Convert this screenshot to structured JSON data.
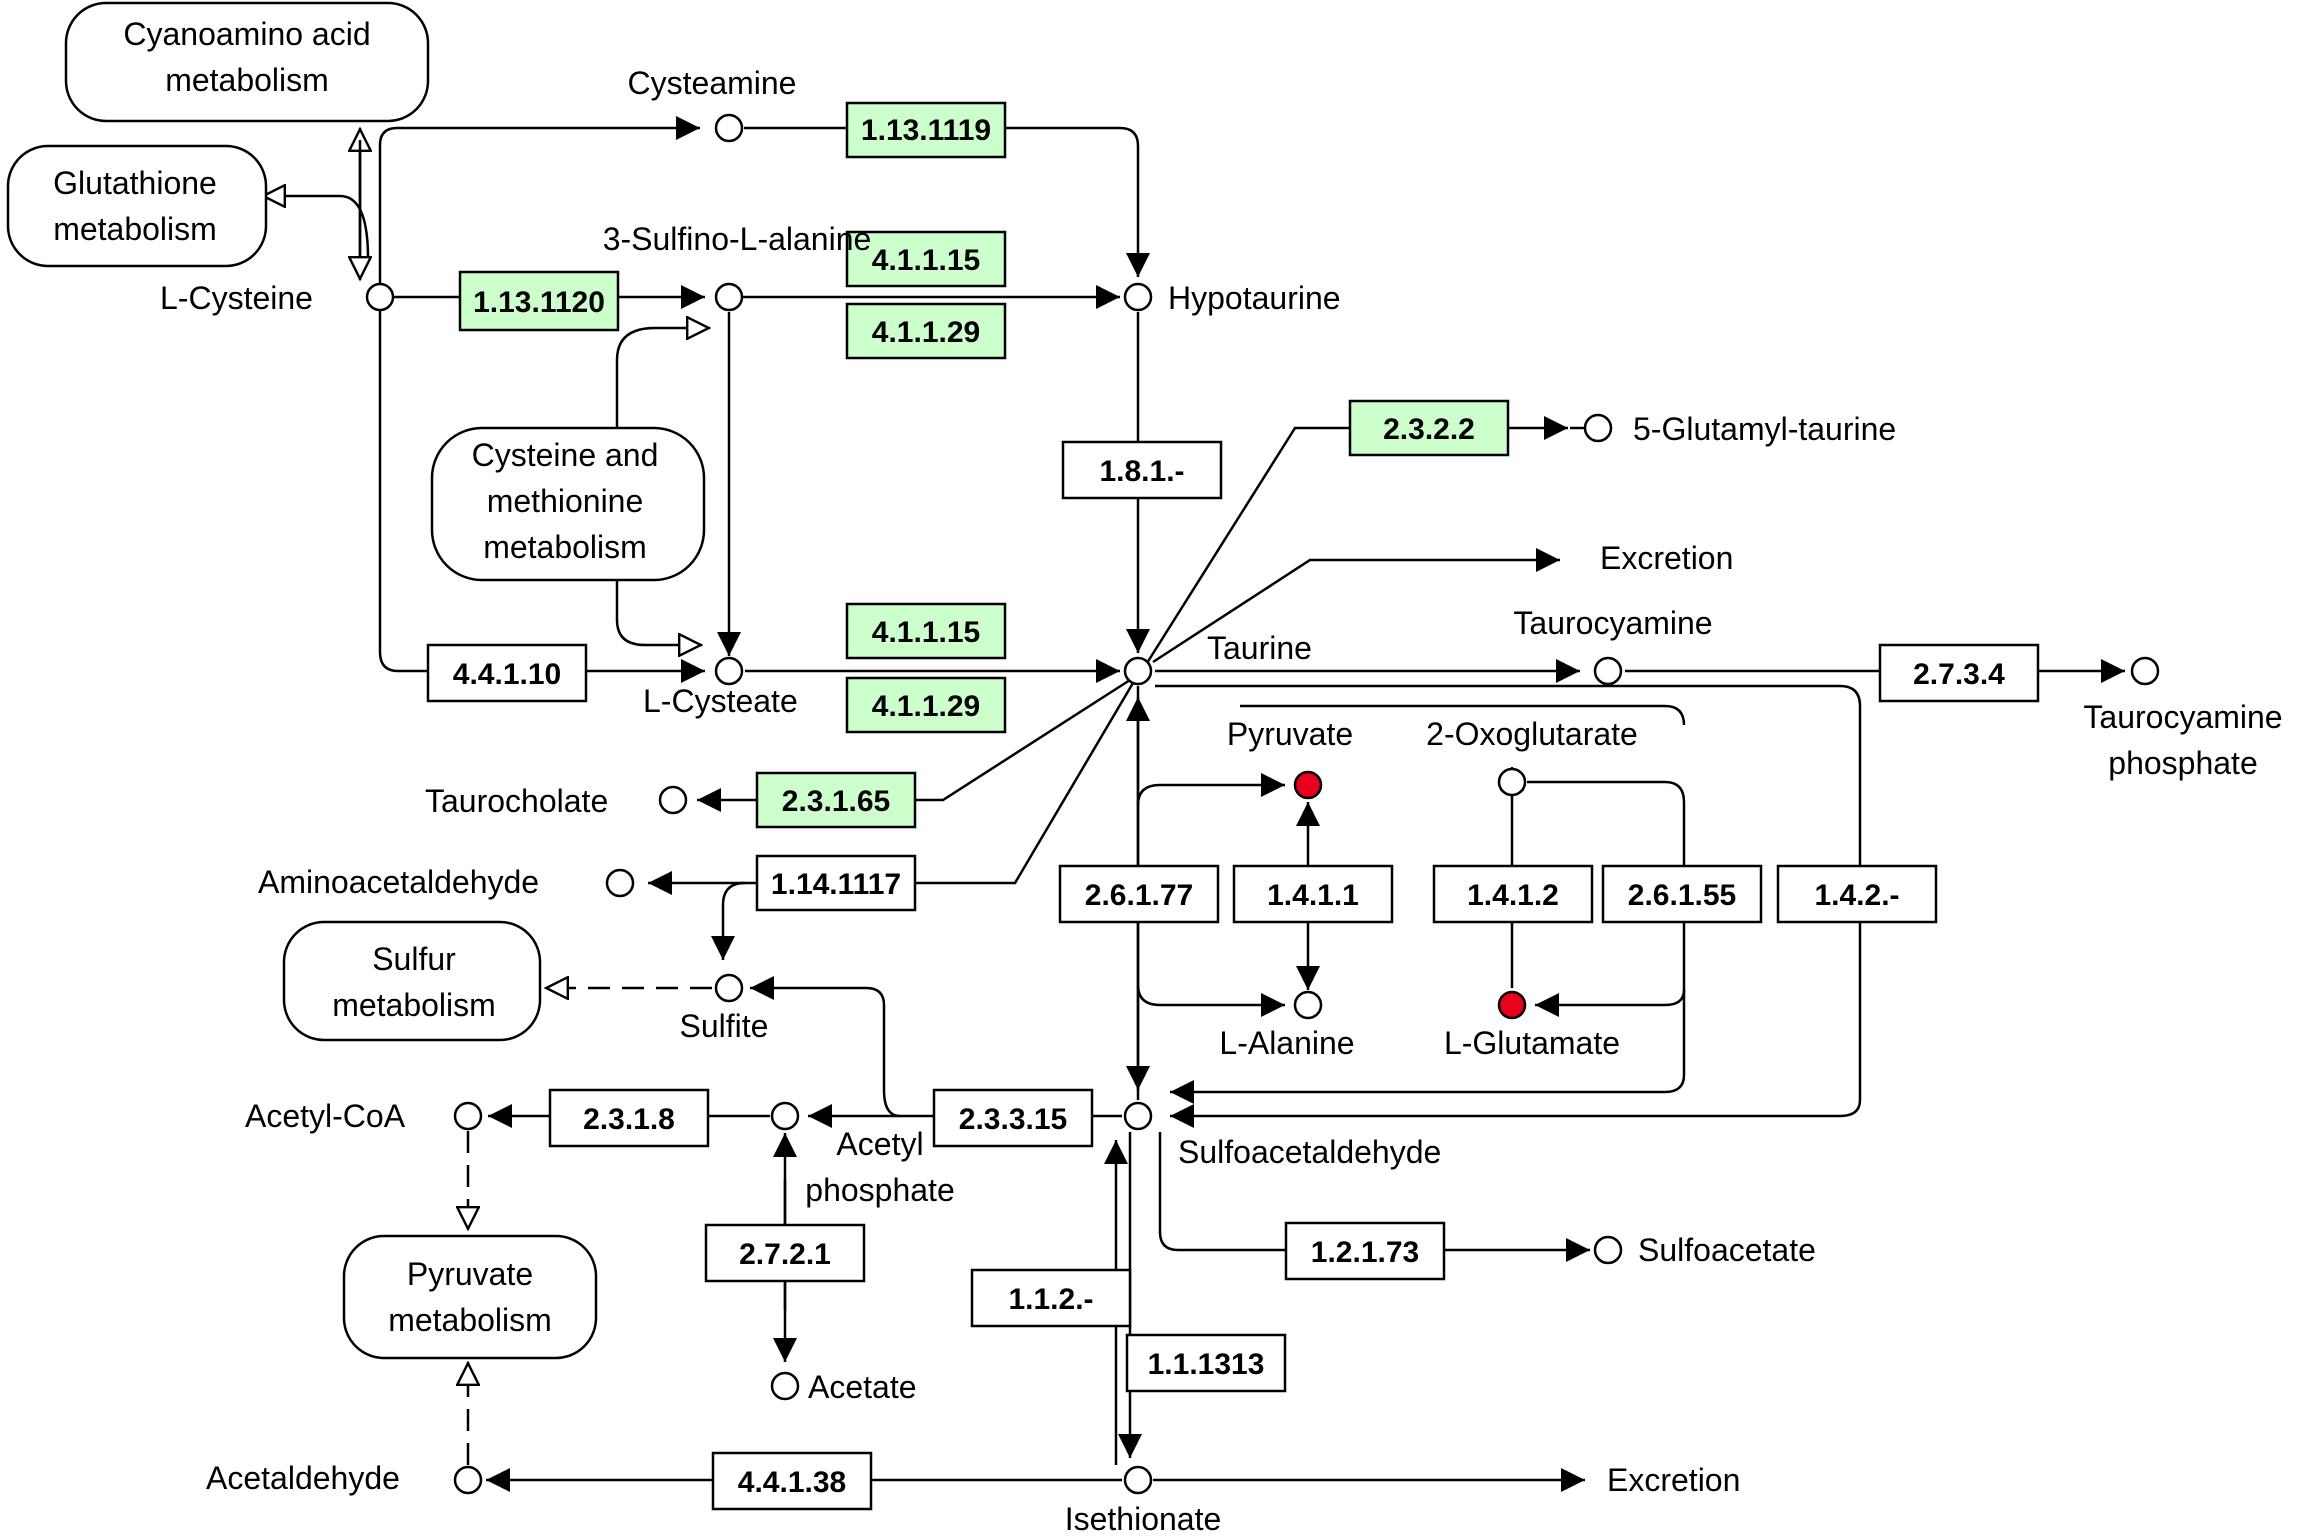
{
  "colors": {
    "enzyme_highlight": "#ccffcc",
    "enzyme_plain": "#ffffff",
    "compound_highlight": "#e8001c",
    "compound_plain": "#ffffff",
    "stroke": "#000000"
  },
  "pathways": {
    "cyanoamino": [
      "Cyanoamino acid",
      "metabolism"
    ],
    "glutathione": [
      "Glutathione",
      "metabolism"
    ],
    "cys_met": [
      "Cysteine and",
      "methionine",
      "metabolism"
    ],
    "sulfur": [
      "Sulfur",
      "metabolism"
    ],
    "pyruvate": [
      "Pyruvate",
      "metabolism"
    ]
  },
  "compounds": {
    "cysteamine": {
      "label": "Cysteamine",
      "highlight": false
    },
    "l_cysteine": {
      "label": "L-Cysteine",
      "highlight": false
    },
    "sulfinoalanine": {
      "label": "3-Sulfino-L-alanine",
      "highlight": false
    },
    "hypotaurine": {
      "label": "Hypotaurine",
      "highlight": false
    },
    "glutamyl_taurine": {
      "label": "5-Glutamyl-taurine",
      "highlight": false
    },
    "excretion_top": {
      "label": "Excretion",
      "highlight": false
    },
    "taurine": {
      "label": "Taurine",
      "highlight": false
    },
    "l_cysteate": {
      "label": "L-Cysteate",
      "highlight": false
    },
    "taurocyamine": {
      "label": "Taurocyamine",
      "highlight": false
    },
    "taurocyamine_phosphate": {
      "label": [
        "Taurocyamine",
        "phosphate"
      ],
      "highlight": false
    },
    "pyruvate": {
      "label": "Pyruvate",
      "highlight": true
    },
    "oxoglutarate": {
      "label": "2-Oxoglutarate",
      "highlight": false
    },
    "taurocholate": {
      "label": "Taurocholate",
      "highlight": false
    },
    "aminoacetaldehyde": {
      "label": "Aminoacetaldehyde",
      "highlight": false
    },
    "sulfite": {
      "label": "Sulfite",
      "highlight": false
    },
    "l_alanine": {
      "label": "L-Alanine",
      "highlight": false
    },
    "l_glutamate": {
      "label": "L-Glutamate",
      "highlight": true
    },
    "acetyl_coa": {
      "label": "Acetyl-CoA",
      "highlight": false
    },
    "acetyl_phosphate": {
      "label": [
        "Acetyl",
        "phosphate"
      ],
      "highlight": false
    },
    "sulfoacetaldehyde": {
      "label": "Sulfoacetaldehyde",
      "highlight": false
    },
    "sulfoacetate": {
      "label": "Sulfoacetate",
      "highlight": false
    },
    "acetate": {
      "label": "Acetate",
      "highlight": false
    },
    "acetaldehyde": {
      "label": "Acetaldehyde",
      "highlight": false
    },
    "isethionate": {
      "label": "Isethionate",
      "highlight": false
    },
    "excretion_bottom": {
      "label": "Excretion",
      "highlight": false
    }
  },
  "enzymes": {
    "e_1_13_1119": {
      "label": "1.13.1119",
      "highlight": true
    },
    "e_1_13_1120": {
      "label": "1.13.1120",
      "highlight": true
    },
    "e_4_1_1_15_a": {
      "label": "4.1.1.15",
      "highlight": true
    },
    "e_4_1_1_29_a": {
      "label": "4.1.1.29",
      "highlight": true
    },
    "e_2_3_2_2": {
      "label": "2.3.2.2",
      "highlight": true
    },
    "e_1_8_1": {
      "label": "1.8.1.-",
      "highlight": false
    },
    "e_4_1_1_15_b": {
      "label": "4.1.1.15",
      "highlight": true
    },
    "e_4_1_1_29_b": {
      "label": "4.1.1.29",
      "highlight": true
    },
    "e_4_4_1_10": {
      "label": "4.4.1.10",
      "highlight": false
    },
    "e_2_7_3_4": {
      "label": "2.7.3.4",
      "highlight": false
    },
    "e_2_3_1_65": {
      "label": "2.3.1.65",
      "highlight": true
    },
    "e_1_14_1117": {
      "label": "1.14.1117",
      "highlight": false
    },
    "e_2_6_1_77": {
      "label": "2.6.1.77",
      "highlight": false
    },
    "e_1_4_1_1": {
      "label": "1.4.1.1",
      "highlight": false
    },
    "e_1_4_1_2": {
      "label": "1.4.1.2",
      "highlight": false
    },
    "e_2_6_1_55": {
      "label": "2.6.1.55",
      "highlight": false
    },
    "e_1_4_2": {
      "label": "1.4.2.-",
      "highlight": false
    },
    "e_2_3_1_8": {
      "label": "2.3.1.8",
      "highlight": false
    },
    "e_2_3_3_15": {
      "label": "2.3.3.15",
      "highlight": false
    },
    "e_2_7_2_1": {
      "label": "2.7.2.1",
      "highlight": false
    },
    "e_1_2_1_73": {
      "label": "1.2.1.73",
      "highlight": false
    },
    "e_1_1_2": {
      "label": "1.1.2.-",
      "highlight": false
    },
    "e_1_1_1313": {
      "label": "1.1.1313",
      "highlight": false
    },
    "e_4_4_1_38": {
      "label": "4.4.1.38",
      "highlight": false
    }
  }
}
